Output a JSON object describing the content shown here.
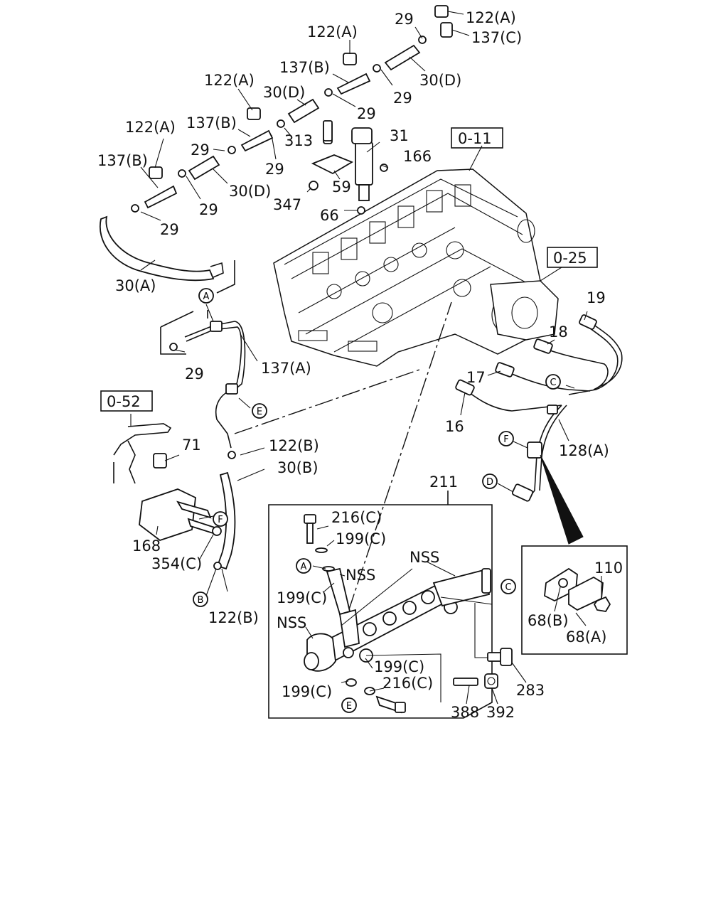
{
  "labels": {
    "l_122a_1": "122(A)",
    "l_29_1": "29",
    "l_137c": "137(C)",
    "l_30d_1": "30(D)",
    "l_122a_2": "122(A)",
    "l_137b_1": "137(B)",
    "l_29_2": "29",
    "l_122a_3": "122(A)",
    "l_30d_2": "30(D)",
    "l_29_3": "29",
    "l_137b_2": "137(B)",
    "l_313": "313",
    "l_31": "31",
    "l_122a_4": "122(A)",
    "l_29_4": "29",
    "l_29_5": "29",
    "l_166": "166",
    "l_137b_3": "137(B)",
    "l_30d_3": "30(D)",
    "l_59": "59",
    "l_29_6": "29",
    "l_347": "347",
    "l_66": "66",
    "l_29_7": "29",
    "l_30a": "30(A)",
    "l_29_8": "29",
    "l_137a": "137(A)",
    "l_052": "0-52",
    "l_71": "71",
    "l_122b_1": "122(B)",
    "l_30b": "30(B)",
    "l_168": "168",
    "l_354c": "354(C)",
    "l_122b_2": "122(B)",
    "l_011": "0-11",
    "l_025": "0-25",
    "l_19": "19",
    "l_18": "18",
    "l_17": "17",
    "l_16": "16",
    "l_128a": "128(A)",
    "l_211": "211",
    "l_216c_1": "216(C)",
    "l_199c_1": "199(C)",
    "l_nss_1": "NSS",
    "l_nss_2": "NSS",
    "l_199c_2": "199(C)",
    "l_nss_3": "NSS",
    "l_199c_3": "199(C)",
    "l_199c_4": "199(C)",
    "l_216c_2": "216(C)",
    "l_283": "283",
    "l_388": "388",
    "l_392": "392",
    "l_110": "110",
    "l_68b": "68(B)",
    "l_68a": "68(A)"
  },
  "circle_refs": {
    "c_a_1": "A",
    "c_e_1": "E",
    "c_c_1": "C",
    "c_f_1": "F",
    "c_d_1": "D",
    "c_f_2": "F",
    "c_b_1": "B",
    "c_a_2": "A",
    "c_c_2": "C",
    "c_e_2": "E"
  }
}
